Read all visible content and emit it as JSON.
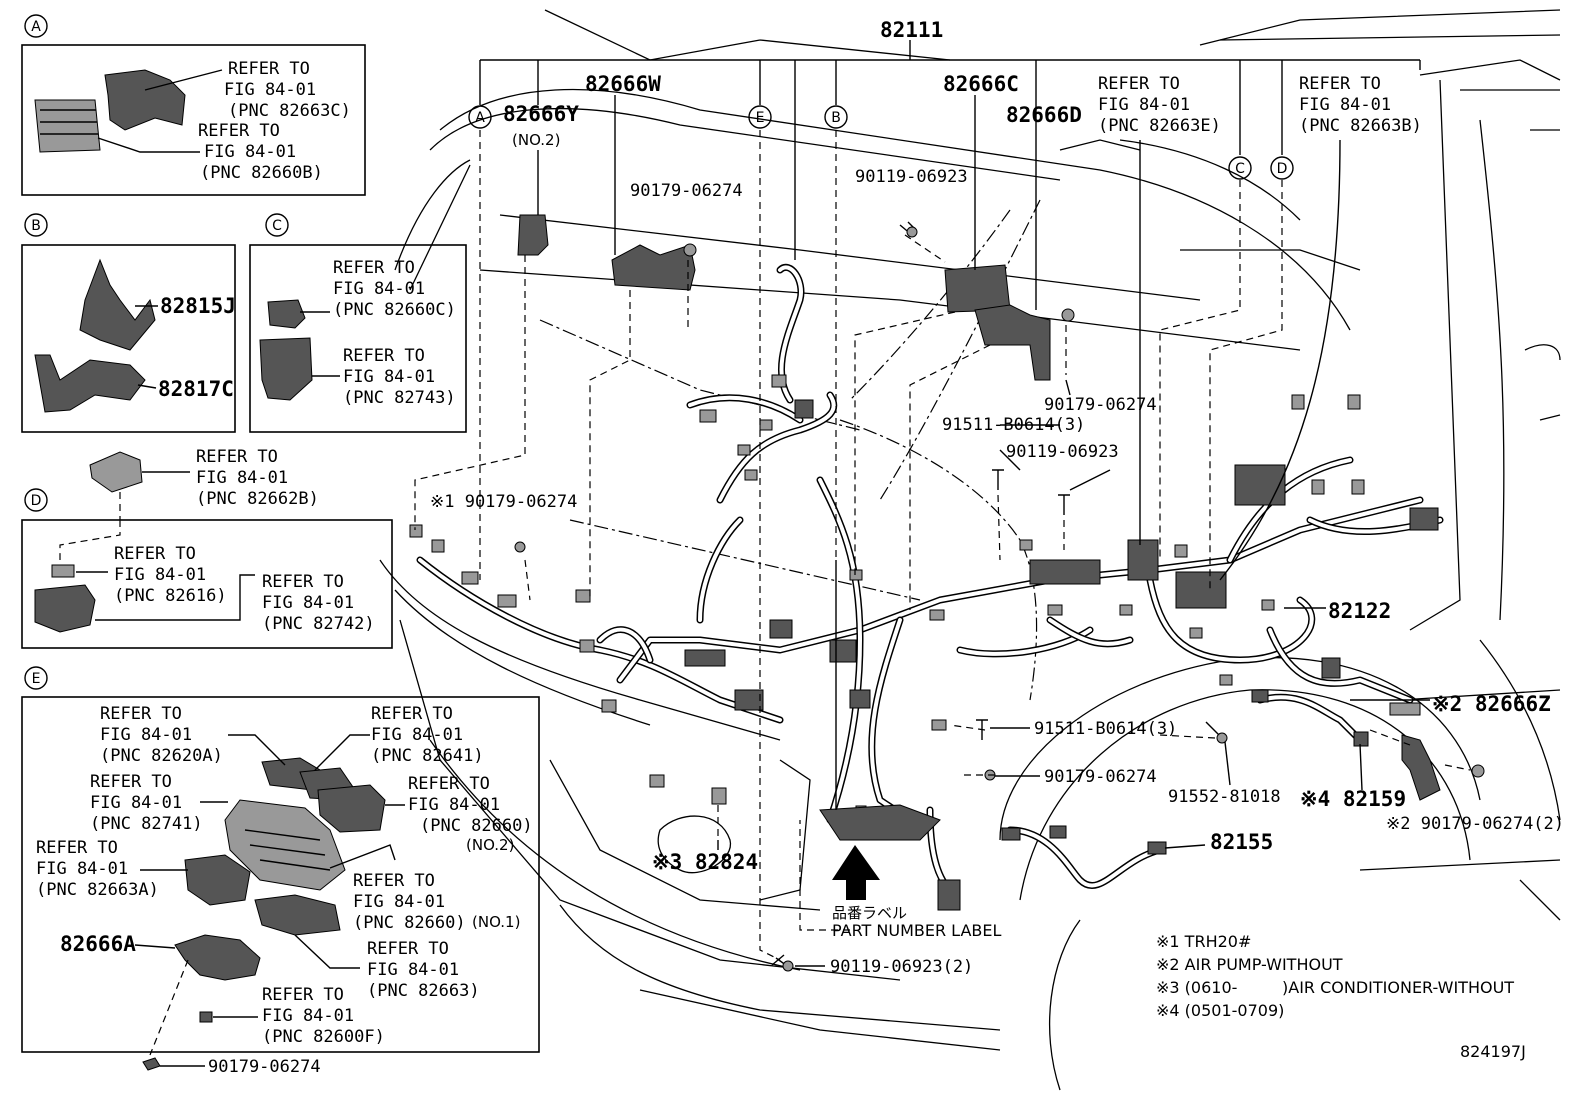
{
  "title_part": "82111",
  "diagram_code": "824197J",
  "callouts": {
    "A": "A",
    "B": "B",
    "C": "C",
    "D": "D",
    "E": "E"
  },
  "inset_a": {
    "refer1": [
      "REFER TO",
      "FIG 84-01",
      "(PNC 82663C)"
    ],
    "refer2": [
      "REFER TO",
      "FIG 84-01",
      "(PNC 82660B)"
    ]
  },
  "inset_b": {
    "p1": "82815J",
    "p2": "82817C"
  },
  "inset_c": {
    "refer1": [
      "REFER TO",
      "FIG 84-01",
      "(PNC 82660C)"
    ],
    "refer2": [
      "REFER TO",
      "FIG 84-01",
      "(PNC 82743)"
    ]
  },
  "inset_d": {
    "refer_top": [
      "REFER TO",
      "FIG 84-01",
      "(PNC 82662B)"
    ],
    "refer1": [
      "REFER TO",
      "FIG 84-01",
      "(PNC 82616)"
    ],
    "refer2": [
      "REFER TO",
      "FIG 84-01",
      "(PNC 82742)"
    ]
  },
  "inset_e": {
    "r1": [
      "REFER TO",
      "FIG 84-01",
      "(PNC 82620A)"
    ],
    "r2": [
      "REFER TO",
      "FIG 84-01",
      "(PNC 82641)"
    ],
    "r3": [
      "REFER TO",
      "FIG 84-01",
      "(PNC 82741)"
    ],
    "r4": [
      "REFER TO",
      "FIG 84-01",
      "(PNC 82660)"
    ],
    "r4_note": "(NO.2)",
    "r5": [
      "REFER TO",
      "FIG 84-01",
      "(PNC 82663A)"
    ],
    "r6": [
      "REFER TO",
      "FIG 84-01",
      "(PNC 82660)"
    ],
    "r6_note": "(NO.1)",
    "part_82666a": "82666A",
    "r7": [
      "REFER TO",
      "FIG 84-01",
      "(PNC 82663)"
    ],
    "r8": [
      "REFER TO",
      "FIG 84-01",
      "(PNC 82600F)"
    ],
    "bolt": "90179-06274"
  },
  "main": {
    "p_82666y": "82666Y",
    "p_82666y_note": "(NO.2)",
    "p_82666w": "82666W",
    "p_82666c": "82666C",
    "p_82666d": "82666D",
    "refer_e": [
      "REFER TO",
      "FIG 84-01",
      "(PNC 82663E)"
    ],
    "refer_b": [
      "REFER TO",
      "FIG 84-01",
      "(PNC 82663B)"
    ],
    "b_90179_top": "90179-06274",
    "b_90119_top": "90119-06923",
    "b_90179_mid": "90179-06274",
    "b_91511_a": "91511-B0614(3)",
    "b_90119_mid": "90119-06923",
    "note1_part": "※1 90179-06274",
    "p_82122": "82122",
    "note2_part": "※2 82666Z",
    "b_91511_b": "91511-B0614(3)",
    "b_90179_low": "90179-06274",
    "b_91552": "91552-81018",
    "note4_part": "※4 82159",
    "note2_bolt": "※2 90179-06274(2)",
    "p_82155": "82155",
    "note3_part": "※3 82824",
    "label_jp": "品番ラベル",
    "label_en": "PART NUMBER LABEL",
    "b_90119_bottom": "90119-06923(2)"
  },
  "notes": [
    "※1 TRH20#",
    "※2 AIR PUMP-WITHOUT",
    "※3 (0610-",
    ")AIR CONDITIONER-WITHOUT",
    "※4 (0501-0709)"
  ]
}
